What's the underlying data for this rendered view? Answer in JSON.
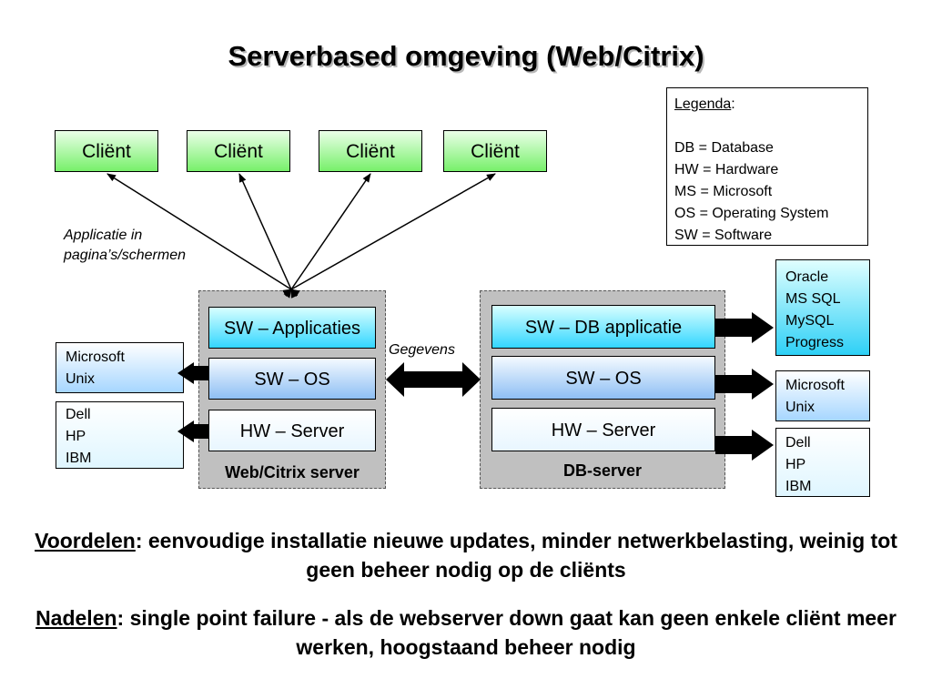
{
  "title": "Serverbased omgeving (Web/Citrix)",
  "legend": {
    "heading": "Legenda",
    "colon": ":",
    "items": [
      "DB = Database",
      "HW = Hardware",
      "MS = Microsoft",
      "OS = Operating System",
      "SW = Software"
    ]
  },
  "clients": [
    "Cliënt",
    "Cliënt",
    "Cliënt",
    "Cliënt"
  ],
  "app_note": [
    "Applicatie in",
    "pagina’s/schermen"
  ],
  "gegevens": "Gegevens",
  "web_server": {
    "label": "Web/Citrix server",
    "layers": [
      "SW – Applicaties",
      "SW – OS",
      "HW – Server"
    ]
  },
  "db_server": {
    "label": "DB-server",
    "layers": [
      "SW – DB applicatie",
      "SW – OS",
      "HW – Server"
    ]
  },
  "left_vendors": {
    "os": [
      "Microsoft",
      "Unix"
    ],
    "hw": [
      "Dell",
      "HP",
      "IBM"
    ]
  },
  "right_vendors": {
    "db": [
      "Oracle",
      "MS SQL",
      "MySQL",
      "Progress"
    ],
    "os": [
      "Microsoft",
      "Unix"
    ],
    "hw": [
      "Dell",
      "HP",
      "IBM"
    ]
  },
  "voordelen": {
    "label": "Voordelen",
    "text": ": eenvoudige installatie nieuwe updates, minder netwerkbelasting, weinig tot geen beheer nodig op de cliënts"
  },
  "nadelen": {
    "label": "Nadelen",
    "text": ": single point failure - als de webserver down gaat kan geen enkele cliënt meer werken, hoogstaand beheer nodig"
  }
}
